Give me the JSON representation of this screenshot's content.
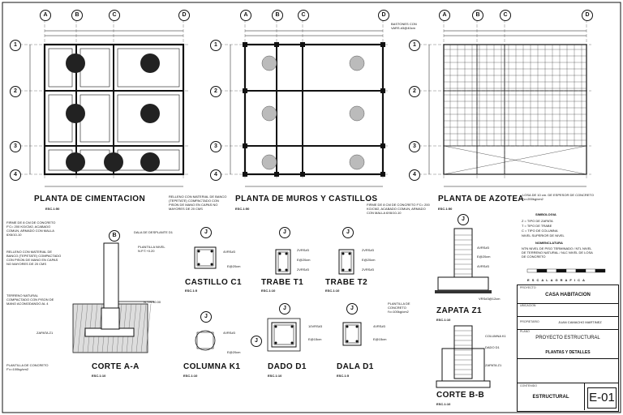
{
  "axes": {
    "cols": [
      "A",
      "B",
      "C",
      "D"
    ],
    "rows": [
      "1",
      "2",
      "3",
      "4"
    ]
  },
  "plans": {
    "cimentacion": {
      "title": "PLANTA DE CIMENTACION",
      "scale": "ESC.1:50",
      "note": "RELLENO CON MATERIAL DE BANCO (TEPETATE) COMPACTADO CON PISON DE MANO EN CAPAS NO MAYORES DE 20 CMS"
    },
    "muros": {
      "title": "PLANTA DE MUROS Y CASTILLOS",
      "scale": "ESC.1:50",
      "note": "FIRME DE 8 CM DE CONCRETO F'C= 200 KG/CM2, ACABADO COMUN, ARMADO CON MALLA 6X6/10-10"
    },
    "azotea": {
      "title": "PLANTA DE AZOTEA",
      "scale": "ESC.1:50",
      "note": "LOSA DE 10 cm. DE ESPESOR DE CONCRETO f'c=200kg/cm2",
      "top_note": "BASTONES CON VARS.#3@40cm"
    }
  },
  "simbologia": {
    "title": "SIMBOLOGIA",
    "items": [
      "Z = TIPO DE ZAPATA",
      "T = TIPO DE TRABE",
      "C = TIPO DE COLUMNA",
      "NIVEL SUPERIOR DE NIVEL"
    ],
    "nomenclatura": "NOMENCLATURA",
    "nom_note": "NTN NIVEL DE PISO TERMINADO / NTL NIVEL DE TERRENO NATURAL / NLC NIVEL DE LOSA DE CONCRETO"
  },
  "details": {
    "corte_aa": {
      "title": "CORTE A-A",
      "scale": "ESC.1:10",
      "notes": [
        "FIRME DE 8 CM DE CONCRETO F'C= 200 KG/CM2, ACABADO COMUN, ARMADO CON MALLA 6X6/10-10",
        "RELLENO CON MATERIAL DE BANCO (TEPETATE) COMPACTADO CON PISON DE MANO EN CAPAS NO MAYORES DE 20 CMS",
        "TERRENO NATURAL COMPACTADO CON PISON DE MANO ACOMODANDO AL 4",
        "PLANTILLA DE CONCRETO F'c=100kg/cm2",
        "DALA DE DESPLANTE D1",
        "PLANTILLA NIVEL N.P.T.+0.20",
        "ZAPATA Z1",
        "N.T.N.±0.00"
      ]
    },
    "castillo": {
      "title": "CASTILLO C1",
      "scale": "ESC.1:5",
      "rebar": [
        "4VRS#3",
        "E@20cm"
      ]
    },
    "trabe_t1": {
      "title": "TRABE T1",
      "scale": "ESC.1:10",
      "rebar": [
        "2VRS#3",
        "E@20cm",
        "2VRS#3"
      ]
    },
    "trabe_t2": {
      "title": "TRABE T2",
      "scale": "ESC.1:10",
      "rebar": [
        "2VRS#3",
        "E@20cm",
        "2VRS#3"
      ]
    },
    "zapata": {
      "title": "ZAPATA Z1",
      "scale": "ESC.1:10",
      "rebar": [
        "4VRS#3",
        "E@20cm",
        "4VRS#3",
        "VRS#3@12cm"
      ],
      "note": "PLANTILLA DE CONCRETO f'c=100kg/cm2"
    },
    "columna": {
      "title": "COLUMNA K1",
      "scale": "ESC.1:10",
      "rebar": [
        "4VRS#3",
        "E@20cm"
      ]
    },
    "dado": {
      "title": "DADO D1",
      "scale": "ESC.1:10",
      "rebar": [
        "10VRS#3",
        "E@15cm"
      ]
    },
    "dala": {
      "title": "DALA D1",
      "scale": "ESC.1:5",
      "rebar": [
        "4VRS#3",
        "E@15cm"
      ]
    },
    "corte_bb": {
      "title": "CORTE B-B",
      "scale": "ESC.1:10",
      "notes": [
        "COLUMNA K1",
        "DADO D1",
        "ZAPATA Z1"
      ]
    }
  },
  "escala_grafica": "E S C A L A   G R A F I C A",
  "title_block": {
    "proyecto_label": "PROYECTO",
    "proyecto": "CASA HABITACION",
    "ubicacion_label": "UBICACION",
    "propietario_label": "PROPIETARIO",
    "propietario": "JUAN CAMACHO MARTINEZ",
    "plano_label": "PLANO",
    "plano": "PROYECTO ESTRUCTURAL",
    "subplano": "PLANTAS Y DETALLES",
    "contenido_label": "CONTENIDO",
    "contenido": "ESTRUCTURAL",
    "clave": "E-01"
  }
}
